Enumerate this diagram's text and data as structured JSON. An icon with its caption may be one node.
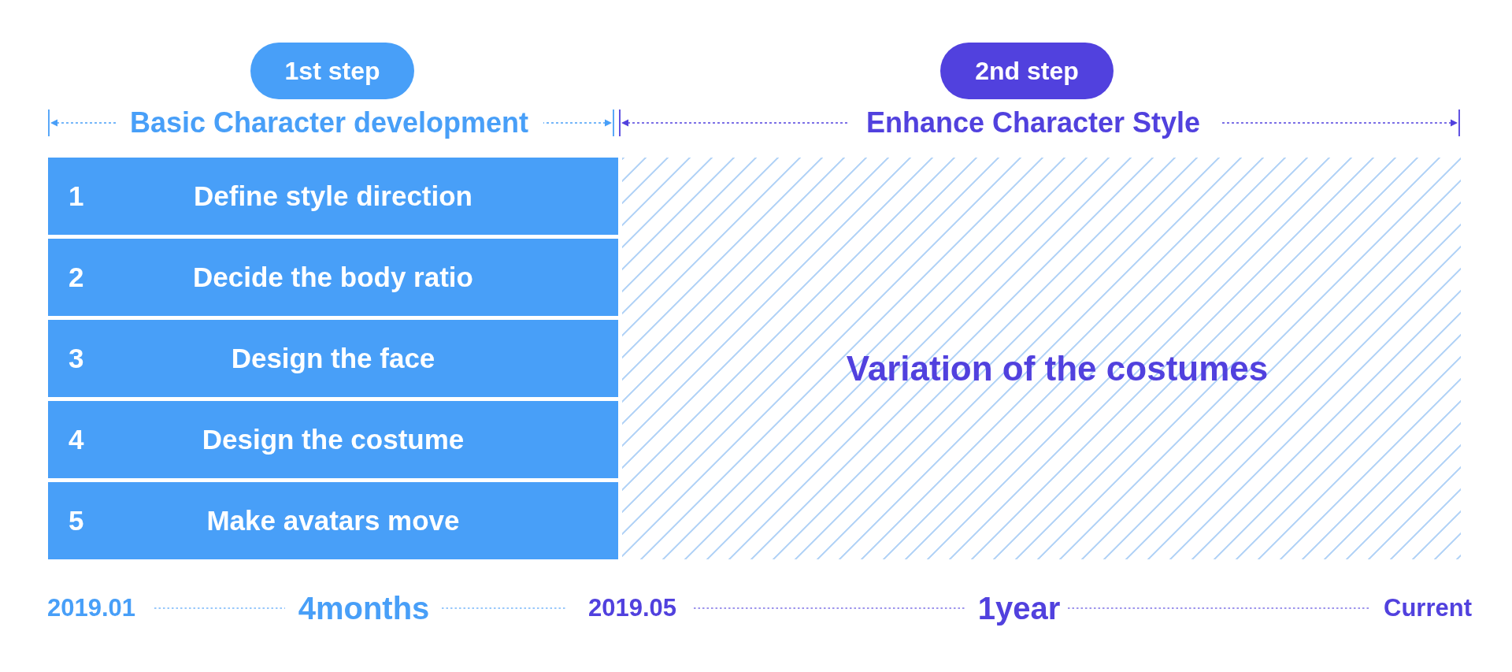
{
  "diagram": {
    "nodes": [
      {
        "text": [
          "1st step"
        ]
      },
      {
        "text": [
          "2nd step"
        ]
      },
      {
        "text": [
          "1",
          "Define style direction"
        ]
      },
      {
        "text": [
          "2",
          "Decide the body ratio"
        ]
      },
      {
        "text": [
          "3",
          "Design the face"
        ]
      },
      {
        "text": [
          "4",
          "Design the costume"
        ]
      },
      {
        "text": [
          "5",
          "Make avatars move"
        ]
      },
      {
        "text": [
          "Variation of the costumes"
        ]
      }
    ],
    "labels": [
      "Basic Character development",
      "Enhance Character Style",
      "2019.01",
      "4months",
      "2019.05",
      "1year",
      "Current"
    ]
  }
}
